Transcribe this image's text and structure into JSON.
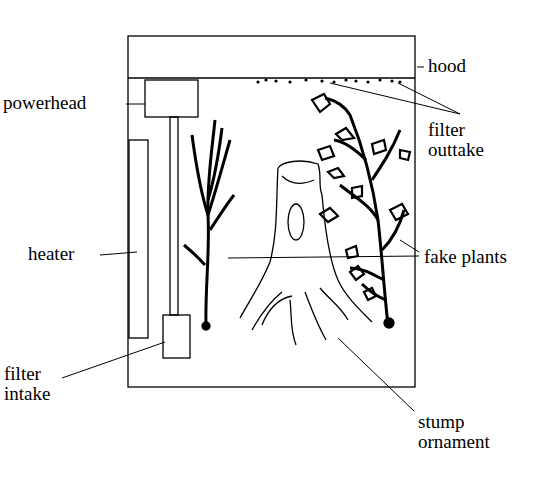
{
  "diagram": {
    "labels": [
      "hood",
      "powerhead",
      "filter outtake",
      "heater",
      "fake plants",
      "filter intake",
      "stump ornament"
    ]
  }
}
